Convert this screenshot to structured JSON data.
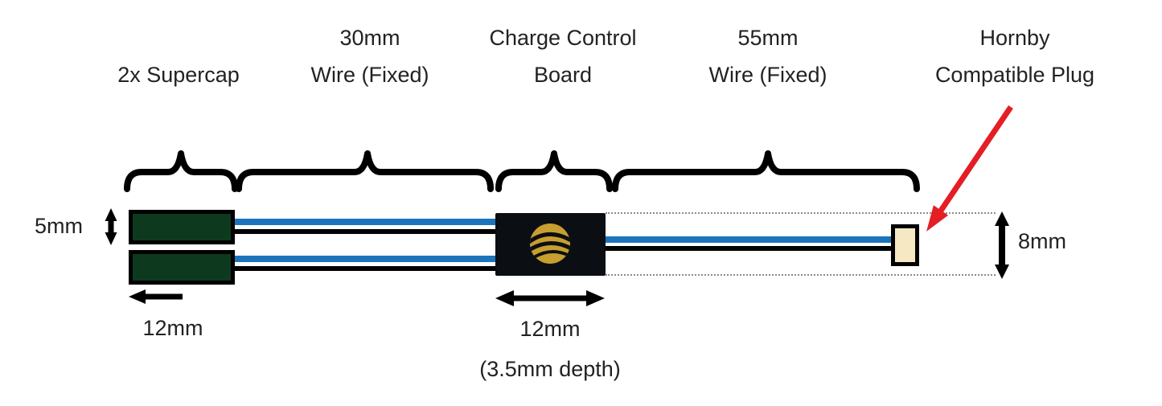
{
  "captions": {
    "supercap": {
      "line1": "2x Supercap"
    },
    "wire30": {
      "line1": "30mm",
      "line2": "Wire (Fixed)"
    },
    "board": {
      "line1": "Charge Control",
      "line2": "Board"
    },
    "wire55": {
      "line1": "55mm",
      "line2": "Wire (Fixed)"
    },
    "plug": {
      "line1": "Hornby",
      "line2": "Compatible Plug"
    }
  },
  "dimensions": {
    "supercap_height": "5mm",
    "supercap_length": "12mm",
    "board_length": "12mm",
    "board_depth": "(3.5mm depth)",
    "plug_height": "8mm"
  },
  "colors": {
    "wire_blue": "#1c75bc",
    "supercap_green": "#0d3a1e",
    "board_black": "#0b0e13",
    "logo_gold": "#c79e2f",
    "plug_cream": "#f6e8c3",
    "arrow_red": "#e41e25",
    "dotted_gray": "#8c8c8c",
    "text_dark": "#222222"
  }
}
